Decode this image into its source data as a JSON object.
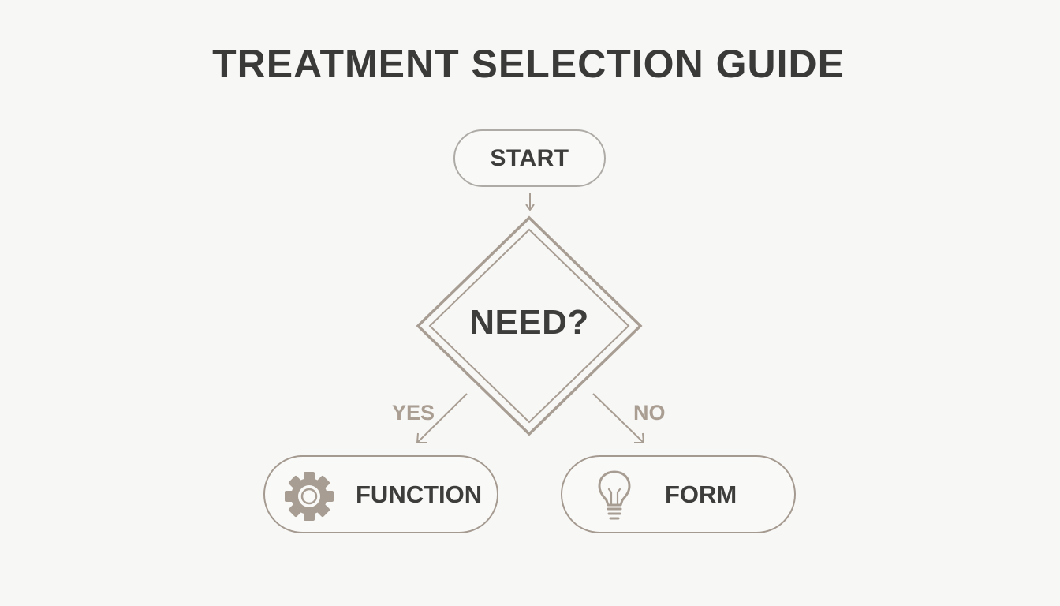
{
  "title": "TREATMENT SELECTION GUIDE",
  "nodes": {
    "start": "START",
    "decision": "NEED?",
    "function": "FUNCTION",
    "form": "FORM"
  },
  "branches": {
    "yes": "YES",
    "no": "NO"
  },
  "icons": {
    "function": "gear-icon",
    "form": "lightbulb-icon"
  },
  "colors": {
    "background": "#f7f7f6",
    "text": "#3d3d3b",
    "accent": "#a89d92",
    "pill_border": "#aeaba6"
  }
}
